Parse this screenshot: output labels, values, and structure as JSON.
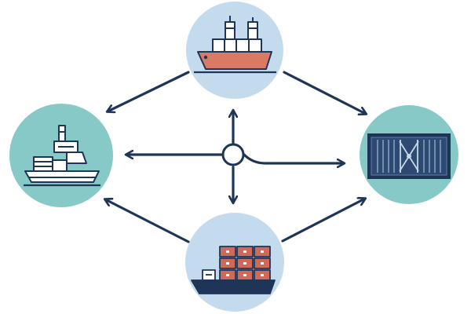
{
  "diagram": {
    "type": "hub-and-spoke shipping flow",
    "colors": {
      "background": "#ffffff",
      "stroke": "#1f3557",
      "node_blue": "#c4dbee",
      "node_teal": "#86c9c6",
      "hull_red": "#d97a67",
      "cargo_red": "#cf6a5a",
      "hull_navy": "#1f3557",
      "white": "#ffffff"
    },
    "nodes": [
      {
        "id": "top",
        "icon": "cargo-ship-icon"
      },
      {
        "id": "left",
        "icon": "container-ship-icon"
      },
      {
        "id": "right",
        "icon": "shipping-container-icon"
      },
      {
        "id": "bottom",
        "icon": "loaded-cargo-ship-icon"
      }
    ],
    "hub": {
      "icon": "hub-circle-icon"
    },
    "arrows": [
      {
        "from": "top",
        "to": "left"
      },
      {
        "from": "top",
        "to": "right"
      },
      {
        "from": "bottom",
        "to": "left"
      },
      {
        "from": "bottom",
        "to": "right"
      },
      {
        "from": "hub",
        "to": "top"
      },
      {
        "from": "hub",
        "to": "bottom"
      },
      {
        "from": "hub",
        "to": "left"
      },
      {
        "from": "hub",
        "to": "right"
      }
    ]
  }
}
